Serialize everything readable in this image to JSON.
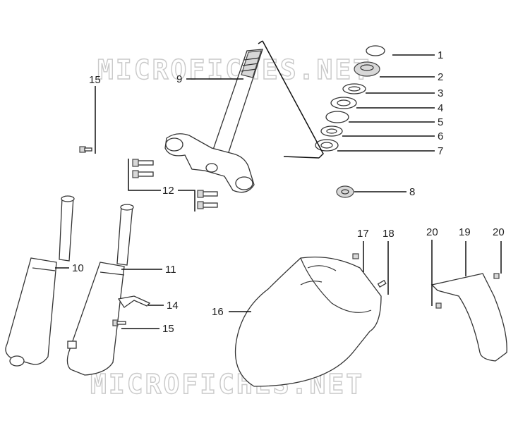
{
  "watermark": "MICROFICHES.NET",
  "labels": {
    "p1": "1",
    "p2": "2",
    "p3": "3",
    "p4": "4",
    "p5": "5",
    "p6": "6",
    "p7": "7",
    "p8": "8",
    "p9": "9",
    "p10": "10",
    "p11": "11",
    "p12": "12",
    "p14": "14",
    "p15a": "15",
    "p15b": "15",
    "p16": "16",
    "p17": "17",
    "p18": "18",
    "p19": "19",
    "p20a": "20",
    "p20b": "20"
  }
}
